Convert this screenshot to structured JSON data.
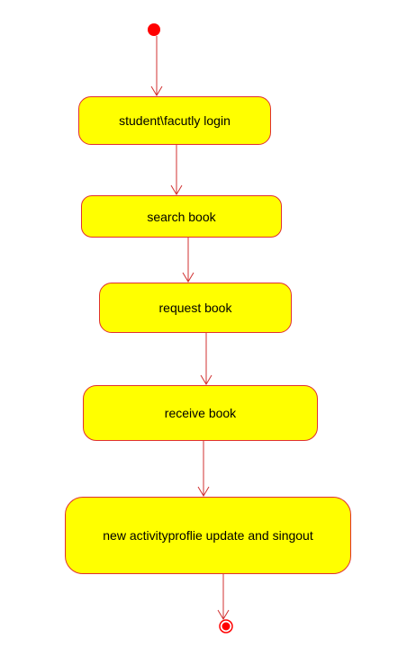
{
  "colors": {
    "node_fill": "#ffff00",
    "node_border": "#e03030",
    "edge": "#d03030",
    "start_node": "#ff0000",
    "end_node": "#ff0000"
  },
  "nodes": {
    "start": {
      "kind": "initial"
    },
    "login": {
      "label": "student\\facutly login"
    },
    "search": {
      "label": "search book"
    },
    "request": {
      "label": "request book"
    },
    "receive": {
      "label": "receive book"
    },
    "update": {
      "label": "new activityproflie update and singout"
    },
    "end": {
      "kind": "final"
    }
  },
  "edges": [
    {
      "from": "start",
      "to": "login"
    },
    {
      "from": "login",
      "to": "search"
    },
    {
      "from": "search",
      "to": "request"
    },
    {
      "from": "request",
      "to": "receive"
    },
    {
      "from": "receive",
      "to": "update"
    },
    {
      "from": "update",
      "to": "end"
    }
  ]
}
